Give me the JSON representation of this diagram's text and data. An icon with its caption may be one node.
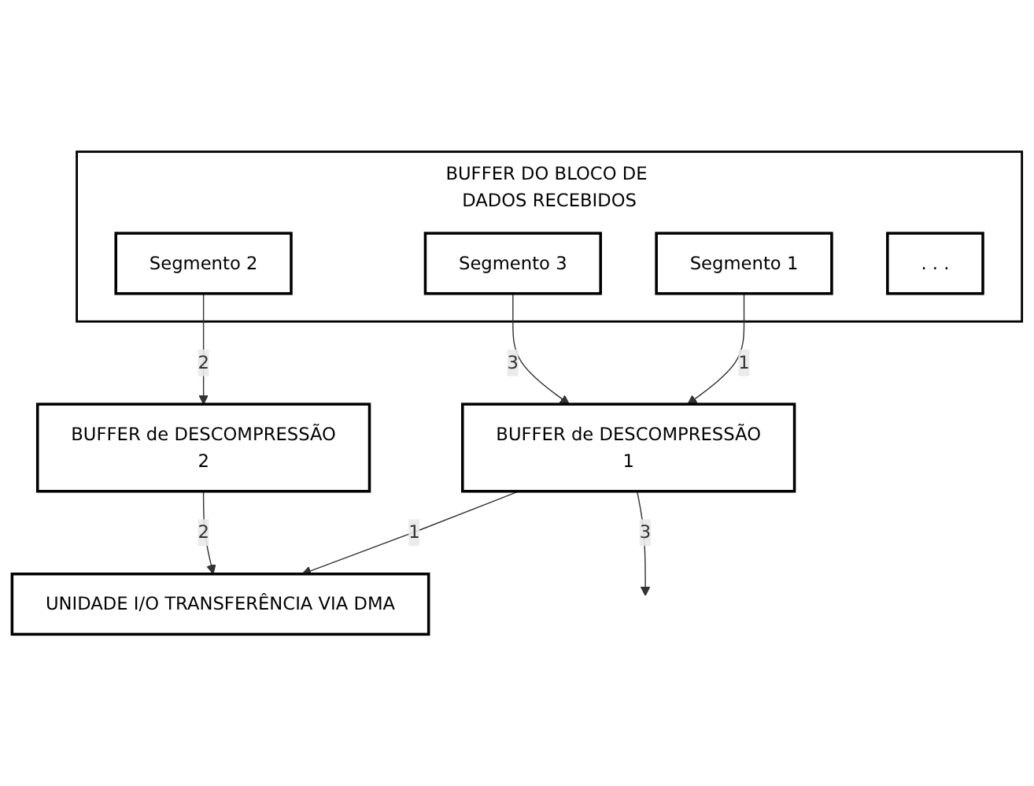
{
  "diagram": {
    "nodes": [
      {
        "text": [
          "BUFFER DO BLOCO DE DADOS RECEBIDOS"
        ]
      },
      {
        "text": [
          "Segmento 1"
        ],
        "in": 0
      },
      {
        "text": [
          "Segmento 2"
        ],
        "in": 0
      },
      {
        "text": [
          "Segmento 3"
        ],
        "in": 0
      },
      {
        "text": [
          ". . ."
        ],
        "in": 0
      },
      {
        "text": [
          "BUFFER de DESCOMPRESSÃO",
          "1"
        ]
      },
      {
        "text": [
          "BUFFER de DESCOMPRESSÃO",
          "2"
        ]
      },
      {
        "text": [
          "UNIDADE I/O TRANSFERÊNCIA VIA DMA"
        ]
      }
    ],
    "edges": [
      {
        "from": 1,
        "to": 5,
        "arrow": "to",
        "label": "1"
      },
      {
        "from": 2,
        "to": 6,
        "arrow": "to",
        "label": "2"
      },
      {
        "from": 3,
        "to": 5,
        "arrow": "to",
        "label": "3"
      },
      {
        "from": 5,
        "to": 7,
        "arrow": "to",
        "label": "1"
      },
      {
        "from": 5,
        "to": null,
        "arrow": "to",
        "label": "3"
      },
      {
        "from": 6,
        "to": 7,
        "arrow": "to",
        "label": "2"
      }
    ]
  }
}
